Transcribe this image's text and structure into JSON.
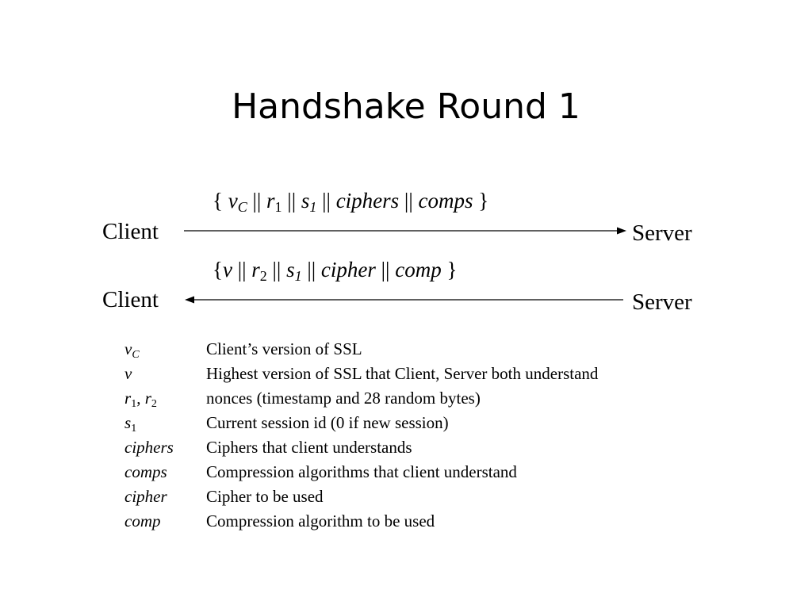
{
  "slide": {
    "title": "Handshake Round 1"
  },
  "exchanges": [
    {
      "from": "Client",
      "to": "Server",
      "direction": "client-to-server",
      "message": {
        "open": "{",
        "v": "v",
        "v_sub": "C",
        "r": "r",
        "r_sub": "1",
        "s": "s",
        "s_sub": "1",
        "ciphers": "ciphers",
        "comps": "comps",
        "sep": "||",
        "close": "}"
      }
    },
    {
      "from": "Client",
      "to": "Server",
      "direction": "server-to-client",
      "message": {
        "open": "{",
        "v": "v",
        "r": "r",
        "r_sub": "2",
        "s": "s",
        "s_sub": "1",
        "cipher": "cipher",
        "comp": "comp",
        "sep": "||",
        "close": "}"
      }
    }
  ],
  "legend": [
    {
      "symbol": "v",
      "sub": "C",
      "description": "Client’s version of SSL"
    },
    {
      "symbol": "v",
      "description": "Highest version of SSL that Client, Server both understand"
    },
    {
      "symbol": "r",
      "sub": "1",
      "comma": ",",
      "symbol2": "r",
      "sub2": "2",
      "description": "nonces (timestamp and 28 random bytes)"
    },
    {
      "symbol": "s",
      "sub": "1",
      "description": "Current session id (0 if new session)"
    },
    {
      "symbol": "ciphers",
      "description": "Ciphers that client understands"
    },
    {
      "symbol": "comps",
      "description": "Compression algorithms that client understand"
    },
    {
      "symbol": "cipher",
      "description": "Cipher to be used"
    },
    {
      "symbol": "comp",
      "description": "Compression algorithm to be used"
    }
  ]
}
